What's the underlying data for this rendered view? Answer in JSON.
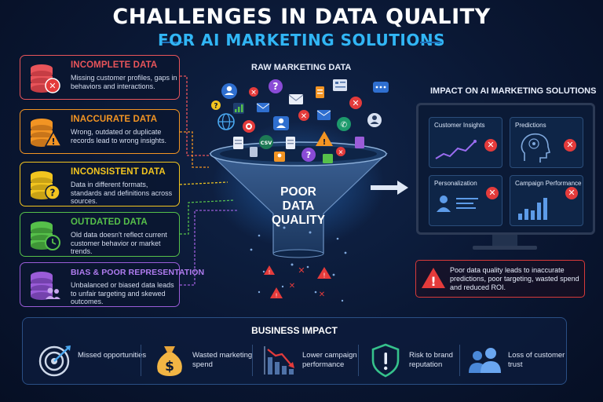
{
  "header": {
    "title": "CHALLENGES IN DATA QUALITY",
    "subtitle": "FOR AI MARKETING SOLUTIONS"
  },
  "challenges": [
    {
      "title": "INCOMPLETE DATA",
      "desc": "Missing customer profiles, gaps in behaviors and interactions.",
      "color": "#e8545a",
      "icon": "database-x-icon"
    },
    {
      "title": "INACCURATE DATA",
      "desc": "Wrong, outdated or duplicate records lead to wrong insights.",
      "color": "#f29423",
      "icon": "database-warning-icon"
    },
    {
      "title": "INCONSISTENT DATA",
      "desc": "Data in different formats, standards and definitions across sources.",
      "color": "#f2c51f",
      "icon": "database-question-icon"
    },
    {
      "title": "OUTDATED DATA",
      "desc": "Old data doesn't reflect current customer behavior or market trends.",
      "color": "#56c04a",
      "icon": "database-clock-icon"
    },
    {
      "title": "BIAS & POOR REPRESENTATION",
      "desc": "Unbalanced or biased data leads to unfair targeting and skewed outcomes.",
      "color": "#9a5cd8",
      "icon": "database-users-icon"
    }
  ],
  "funnel": {
    "raw_label": "RAW MARKETING DATA",
    "center_lines": [
      "POOR",
      "DATA",
      "QUALITY"
    ],
    "icons": [
      "user-icon",
      "question-icon",
      "mail-icon",
      "document-icon",
      "chat-icon",
      "globe-icon",
      "csv-file-icon",
      "chart-icon",
      "warning-icon",
      "phone-icon",
      "error-icon"
    ],
    "chip_text": "CSV"
  },
  "impact": {
    "label": "IMPACT ON AI MARKETING SOLUTIONS",
    "panels": [
      {
        "title": "Customer Insights",
        "icon": "line-chart-icon"
      },
      {
        "title": "Predictions",
        "icon": "brain-head-icon"
      },
      {
        "title": "Personalization",
        "icon": "user-profile-icon"
      },
      {
        "title": "Campaign Performance",
        "icon": "bar-chart-icon"
      }
    ],
    "note": "Poor data quality leads to inaccurate predictions, poor targeting, wasted spend and reduced ROI."
  },
  "business": {
    "title": "BUSINESS IMPACT",
    "items": [
      {
        "label": "Missed opportunities",
        "icon": "target-icon"
      },
      {
        "label": "Wasted marketing spend",
        "icon": "money-bag-icon"
      },
      {
        "label": "Lower campaign performance",
        "icon": "declining-chart-icon"
      },
      {
        "label": "Risk to brand reputation",
        "icon": "shield-alert-icon"
      },
      {
        "label": "Loss of customer trust",
        "icon": "users-icon"
      }
    ]
  },
  "colors": {
    "accent": "#31b6f5",
    "danger": "#e43b3b",
    "background": "#0a1733"
  }
}
